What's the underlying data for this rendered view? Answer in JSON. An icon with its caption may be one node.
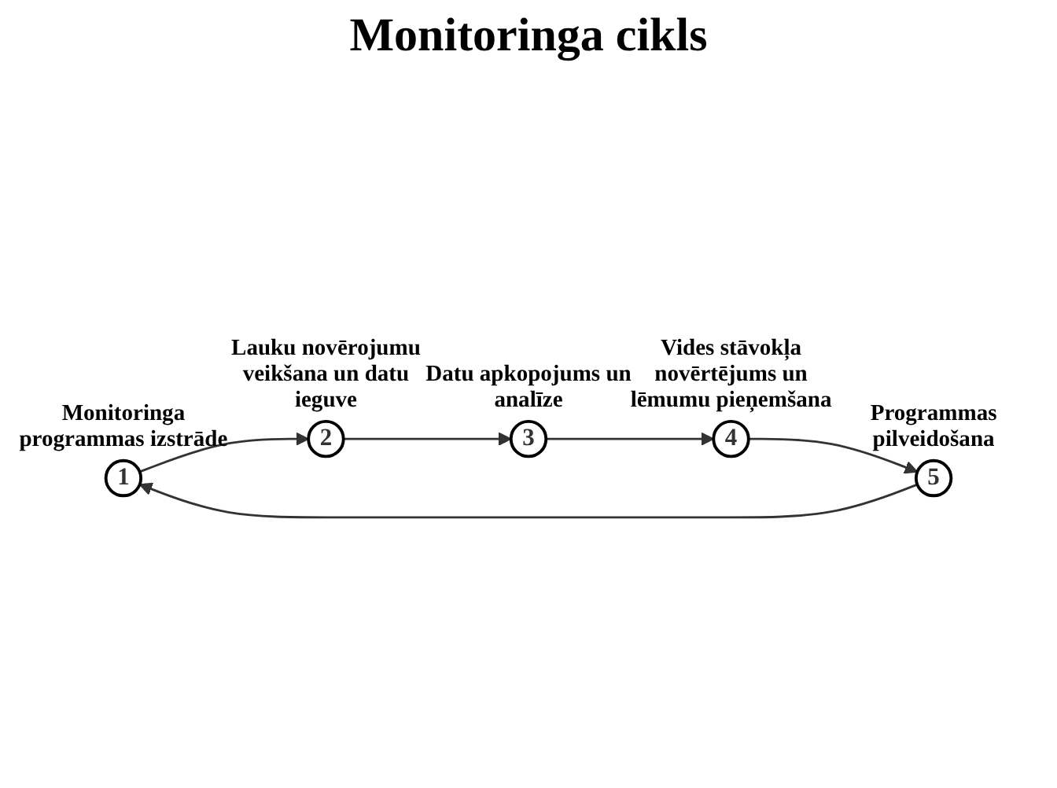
{
  "diagram": {
    "title": "Monitoringa cikls",
    "nodes": [
      {
        "text": [
          "1"
        ],
        "beside": [
          "Monitoringa programmas izstrāde"
        ]
      },
      {
        "text": [
          "2"
        ],
        "beside": [
          "Lauku novērojumu veikšana un datu ieguve"
        ]
      },
      {
        "text": [
          "3"
        ],
        "beside": [
          "Datu apkopojums un analīze"
        ]
      },
      {
        "text": [
          "4"
        ],
        "beside": [
          "Vides stāvokļa novērtējums un lēmumu pieņemšana"
        ]
      },
      {
        "text": [
          "5"
        ],
        "beside": [
          "Programmas pilveidošana"
        ]
      }
    ],
    "edges": [
      {
        "from": 0,
        "to": 1,
        "arrow": "to"
      },
      {
        "from": 1,
        "to": 2,
        "arrow": "to"
      },
      {
        "from": 2,
        "to": 3,
        "arrow": "to"
      },
      {
        "from": 3,
        "to": 4,
        "arrow": "to"
      },
      {
        "from": 4,
        "to": 0,
        "arrow": "to"
      }
    ]
  }
}
